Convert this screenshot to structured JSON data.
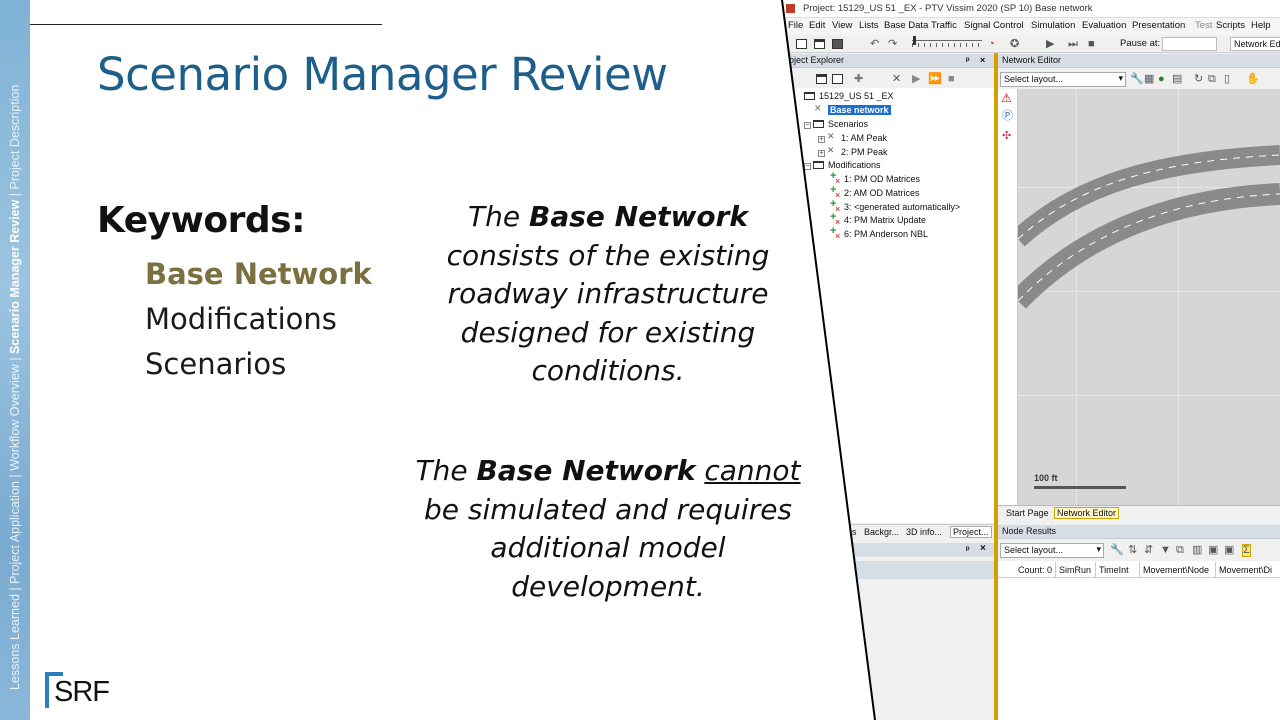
{
  "slide": {
    "title": "Scenario Manager Review",
    "sidebar": {
      "before": "Lessons Learned | Project Application | Workflow Overview | ",
      "current": "Scenario Manager Review",
      "after": " | Project Description"
    },
    "keywords": {
      "heading": "Keywords:",
      "items": [
        "Base Network",
        "Modifications",
        "Scenarios"
      ]
    },
    "paragraph1": {
      "the": "The ",
      "bold": "Base Network",
      "rest": " consists of the existing roadway infrastructure designed for existing conditions."
    },
    "paragraph2": {
      "the": "The ",
      "bold": "Base Network",
      "underlined": "cannot",
      "rest": " be simulated and requires additional model development."
    },
    "logo_text": "SRF",
    "colors": {
      "title": "#1d5f8a",
      "keyword_active": "#7a7040",
      "logo_accent": "#2d7fb8"
    }
  },
  "vissim": {
    "window_title": "Project: 15129_US 51 _EX - PTV Vissim 2020 (SP 10) Base network",
    "menu": [
      "File",
      "Edit",
      "View",
      "Lists",
      "Base Data",
      "Traffic",
      "Signal Control",
      "Simulation",
      "Evaluation",
      "Presentation",
      "Test",
      "Scripts",
      "Help"
    ],
    "pause_label": "Pause at:",
    "network_combo": "Network Ed",
    "project_explorer": {
      "title": "roject Explorer",
      "tree": {
        "root": "15129_US 51 _EX",
        "base_network": "Base network",
        "scenarios_label": "Scenarios",
        "scenarios": [
          "1: AM Peak",
          "2: PM Peak"
        ],
        "modifications_label": "Modifications",
        "modifications": [
          "1: PM OD Matrices",
          "2: AM OD Matrices",
          "3: <generated automatically>",
          "4: PM Matrix Update",
          "6: PM Anderson NBL"
        ]
      },
      "tabs": [
        "s",
        "Backgr...",
        "3D info...",
        "Project..."
      ]
    },
    "network_editor": {
      "title": "Network Editor",
      "select_layout": "Select layout...",
      "scale_label": "100 ft",
      "tabs": [
        "Start Page",
        "Network Editor"
      ]
    },
    "node_results": {
      "title": "Node Results",
      "select_layout": "Select layout...",
      "columns": [
        "Count: 0",
        "SimRun",
        "TimeInt",
        "Movement\\Node",
        "Movement\\Di"
      ]
    }
  }
}
